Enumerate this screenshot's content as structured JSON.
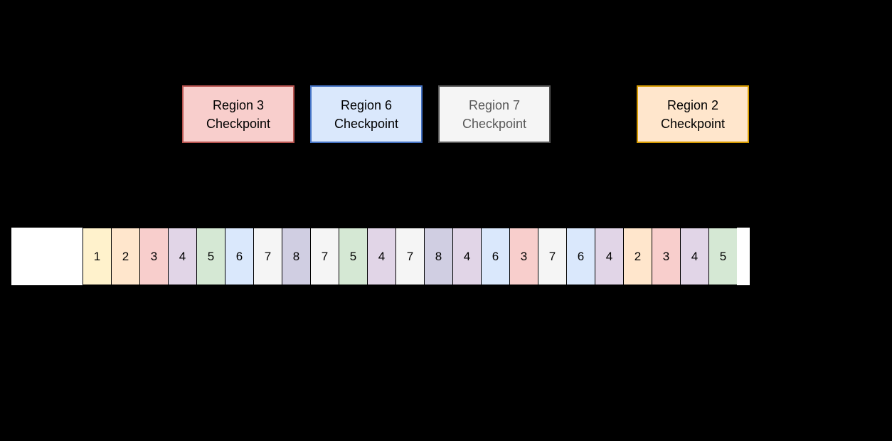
{
  "checkpoints": [
    {
      "label": "Region 3\nCheckpoint",
      "fill": "#F8CECC",
      "border": "#B85450",
      "text_color": "#000000"
    },
    {
      "label": "Region 6\nCheckpoint",
      "fill": "#DAE8FC",
      "border": "#4472C4",
      "text_color": "#000000"
    },
    {
      "label": "Region 7\nCheckpoint",
      "fill": "#F5F5F5",
      "border": "#555555",
      "text_color": "#595959"
    },
    {
      "label": "Region 2\nCheckpoint",
      "fill": "#FFE6CC",
      "border": "#D79B00",
      "text_color": "#000000"
    }
  ],
  "strip": {
    "sequence": [
      "1",
      "2",
      "3",
      "4",
      "5",
      "6",
      "7",
      "8",
      "7",
      "5",
      "4",
      "7",
      "8",
      "4",
      "6",
      "3",
      "7",
      "6",
      "4",
      "2",
      "3",
      "4",
      "5"
    ],
    "region_colors": {
      "1": "#FFF2CC",
      "2": "#FFE6CC",
      "3": "#F8CECC",
      "4": "#E1D5E7",
      "5": "#D5E8D4",
      "6": "#DAE8FC",
      "7": "#F5F5F5",
      "8": "#D0CEE2"
    },
    "cell_border": "#000000"
  }
}
